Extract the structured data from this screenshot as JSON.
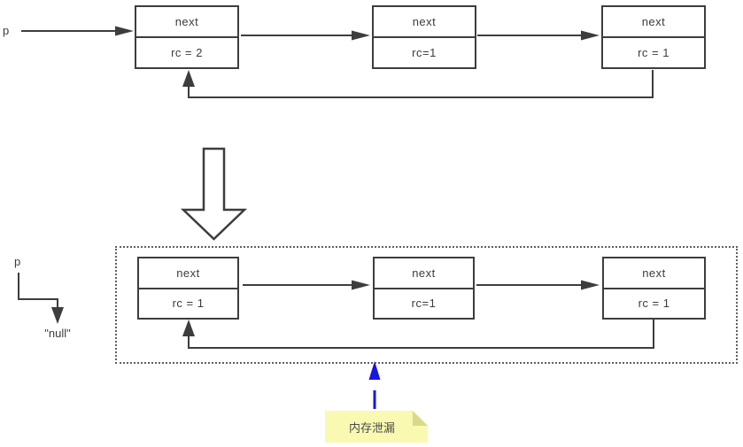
{
  "diagram": {
    "top": {
      "pointer_label": "p",
      "nodes": [
        {
          "field": "next",
          "rc": "rc = 2"
        },
        {
          "field": "next",
          "rc": "rc=1"
        },
        {
          "field": "next",
          "rc": "rc = 1"
        }
      ]
    },
    "bottom": {
      "pointer_label": "p",
      "null_label": "\"null\"",
      "nodes": [
        {
          "field": "next",
          "rc": "rc = 1"
        },
        {
          "field": "next",
          "rc": "rc=1"
        },
        {
          "field": "next",
          "rc": "rc = 1"
        }
      ]
    },
    "note": {
      "text": "内存泄漏"
    },
    "colors": {
      "line": "#3d3d3d",
      "arrow_blue": "#1717e0",
      "note_bg": "#f9f9b2",
      "note_fold": "#d9d98d"
    }
  }
}
